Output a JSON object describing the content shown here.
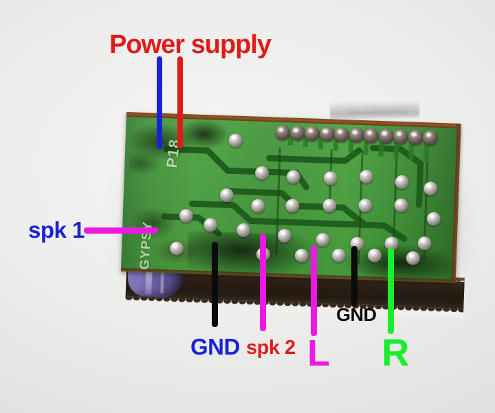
{
  "image": {
    "subject": "circuit-board-pinout-annotation",
    "background_color": "#efeeec"
  },
  "board": {
    "silkscreen": [
      {
        "text": "P18",
        "name": "silkscreen-p18"
      },
      {
        "text": "GYPSY",
        "name": "silkscreen-gypsy"
      }
    ],
    "colors": {
      "solder_mask": "#3f9636",
      "copper_edge": "#8f5526",
      "silkscreen": "#cfe3c2",
      "capacitor": "#6f62a8",
      "edge_dark": "#2a1d13"
    }
  },
  "annotations": [
    {
      "id": "power-supply",
      "label": "Power supply",
      "label_color": "#e01b18",
      "pointers": [
        {
          "name": "power-supply-negative-pointer",
          "color": "#1a22d8"
        },
        {
          "name": "power-supply-positive-pointer",
          "color": "#e01b18"
        }
      ]
    },
    {
      "id": "spk-1",
      "label": "spk 1",
      "label_color": "#1a22d8",
      "pointers": [
        {
          "name": "spk-1-pointer",
          "color": "#ea1ae0"
        }
      ]
    },
    {
      "id": "gnd-left",
      "label": "GND",
      "label_color": "#1a22d8",
      "pointers": [
        {
          "name": "gnd-left-pointer",
          "color": "#0b0b0b"
        }
      ]
    },
    {
      "id": "spk-2",
      "label": "spk 2",
      "label_color": "#e01b18",
      "pointers": [
        {
          "name": "spk-2-pointer",
          "color": "#ea1ae0"
        }
      ]
    },
    {
      "id": "left-channel",
      "label": "L",
      "label_color": "#ea1ae0",
      "pointers": [
        {
          "name": "left-channel-pointer",
          "color": "#ea1ae0"
        }
      ]
    },
    {
      "id": "gnd-right",
      "label": "GND",
      "label_color": "#0b0b0b",
      "pointers": [
        {
          "name": "gnd-right-pointer",
          "color": "#0b0b0b"
        }
      ]
    },
    {
      "id": "right-channel",
      "label": "R",
      "label_color": "#1aee2c",
      "pointers": [
        {
          "name": "right-channel-pointer",
          "color": "#1aee2c"
        }
      ]
    }
  ]
}
